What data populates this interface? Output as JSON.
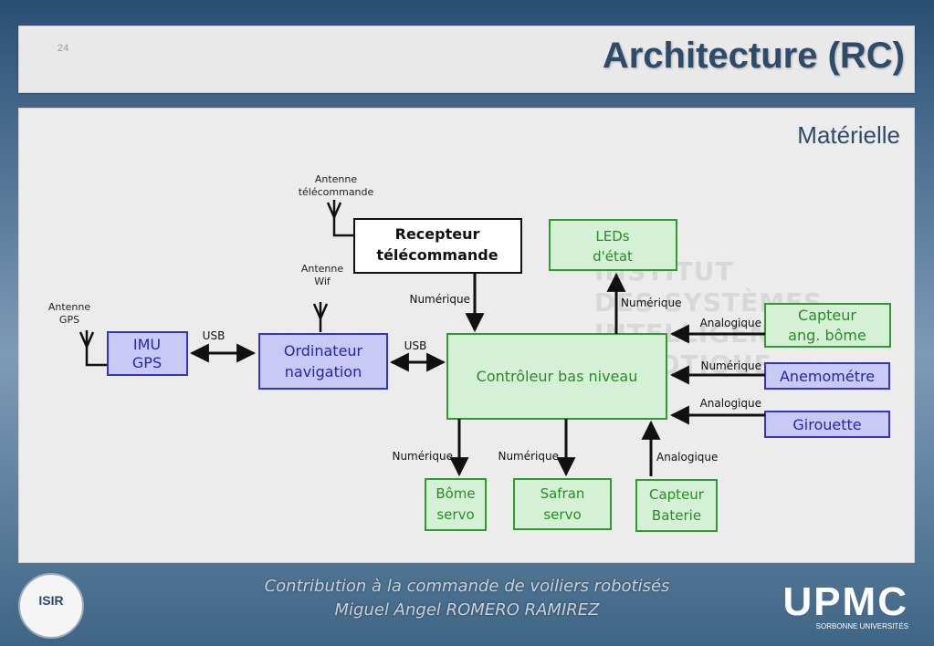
{
  "slide": {
    "number": "24",
    "title": "Architecture  (RC)",
    "subtitle": "Matérielle"
  },
  "diagram": {
    "nodes": {
      "recepteur": {
        "line1": "Recepteur",
        "line2": "télécommande"
      },
      "leds": {
        "line1": "LEDs",
        "line2": "d'état"
      },
      "imu": {
        "line1": "IMU",
        "line2": "GPS"
      },
      "ordinateur": {
        "line1": "Ordinateur",
        "line2": "navigation"
      },
      "controleur": {
        "line1": "Contrôleur bas niveau"
      },
      "capteur_bome": {
        "line1": "Capteur",
        "line2": "ang. bôme"
      },
      "anemometre": {
        "line1": "Anemométre"
      },
      "girouette": {
        "line1": "Girouette"
      },
      "bome_servo": {
        "line1": "Bôme",
        "line2": "servo"
      },
      "safran_servo": {
        "line1": "Safran",
        "line2": "servo"
      },
      "capteur_baterie": {
        "line1": "Capteur",
        "line2": "Baterie"
      }
    },
    "antennas": {
      "telecommande": {
        "line1": "Antenne",
        "line2": "télécommande"
      },
      "wifi": {
        "line1": "Antenne",
        "line2": "Wif"
      },
      "gps": {
        "line1": "Antenne",
        "line2": "GPS"
      }
    },
    "edge_labels": {
      "usb_imu": "USB",
      "usb_ord": "USB",
      "num_recep": "Numérique",
      "num_leds": "Numérique",
      "analog_capteur": "Analogique",
      "num_anemo": "Numérique",
      "analog_girouette": "Analogique",
      "num_bome": "Numérique",
      "num_safran": "Numérique",
      "analog_baterie": "Analogique"
    },
    "colors": {
      "green_fill": "#d5f1d5",
      "green_stroke": "#2f9a2f",
      "blue_fill": "#c9c9f6",
      "blue_stroke": "#3535c4",
      "white_fill": "#ffffff"
    }
  },
  "watermark": {
    "line1": "INSTITUT",
    "line2": "DES SYSTÈMES",
    "line3": "INTELLIGENTS",
    "line4": "ROBOTIQUE"
  },
  "footer": {
    "line1": "Contribution à la commande de voiliers robotisés",
    "line2": "Miguel Angel ROMERO RAMIREZ"
  },
  "logos": {
    "isir": "ISIR",
    "upmc": "UPMC",
    "upmc_sub": "SORBONNE UNIVERSITÉS"
  }
}
